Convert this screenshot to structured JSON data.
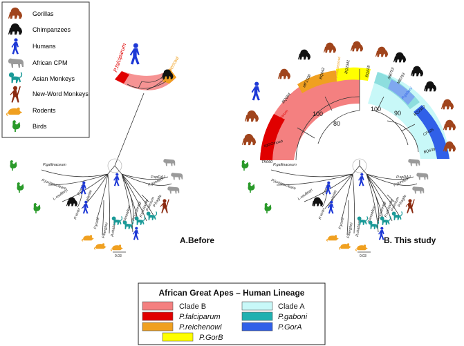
{
  "host_legend": {
    "items": [
      {
        "label": "Gorillas",
        "icon": "gorilla-icon",
        "color": "#a0441c"
      },
      {
        "label": "Chimpanzees",
        "icon": "chimpanzee-icon",
        "color": "#111111"
      },
      {
        "label": "Humans",
        "icon": "human-icon",
        "color": "#1d38d6"
      },
      {
        "label": "African CPM",
        "icon": "african-cpm-icon",
        "color": "#9a9a9a"
      },
      {
        "label": "Asian Monkeys",
        "icon": "asian-monkey-icon",
        "color": "#1a9a98"
      },
      {
        "label": "New-Word Monkeys",
        "icon": "new-world-monkey-icon",
        "color": "#8b2a10"
      },
      {
        "label": "Rodents",
        "icon": "rodent-icon",
        "color": "#f0a020"
      },
      {
        "label": "Birds",
        "icon": "bird-icon",
        "color": "#2a9a2a"
      }
    ]
  },
  "left_tree": {
    "caption": "A.Before",
    "clade_labels": {
      "falciparum": "P.falciparum",
      "reichenowi": "P.reichenowi"
    },
    "leaves": [
      "P.gallinaceum",
      "P.juxtanucleare",
      "L.caulleryi",
      "P.ovale",
      "P.malariae",
      "P.vivax",
      "P.yoelii",
      "P.berghei",
      "P.chabaudi",
      "P.spDAJ",
      "P.gonderi",
      "P.knowlesi",
      "P.cynomolgi",
      "P.simiovale",
      "P.simium",
      "P.fragile"
    ],
    "scale": "0.03"
  },
  "right_tree": {
    "caption": "B. This study",
    "leaves": [
      "P.gallinaceum",
      "P.juxtanucleare",
      "L.caulleryi",
      "P.ovale",
      "P.malariae",
      "P.vivax",
      "P.yoelii",
      "P.berghei",
      "P.chabaudi",
      "P.spDAJ",
      "P.gonderi",
      "P.knowlesi",
      "P.cynomolgi",
      "P.simiovale",
      "P.simium",
      "P.fragile"
    ],
    "arc_labels": [
      "TK060",
      "sgGOmoeb",
      "P.falciparum",
      "BQ654",
      "MF1508",
      "BQ642",
      "P.reichenowi",
      "BQ2341",
      "BQ668",
      "MB753",
      "MB783",
      "P.gaboni",
      "BQ2367",
      "CP426",
      "BQ638"
    ],
    "bootstrap": [
      "100",
      "80",
      "100",
      "90"
    ],
    "scale": "0.03"
  },
  "lineage_legend": {
    "title": "African Great Apes – Human Lineage",
    "items": [
      {
        "label": "Clade B",
        "color": "#f48080",
        "italic": false
      },
      {
        "label": "P.falciparum",
        "color": "#e00000",
        "italic": true
      },
      {
        "label": "P.reichenowi",
        "color": "#f0a020",
        "italic": true
      },
      {
        "label": "P.GorB",
        "color": "#ffff00",
        "italic": true
      },
      {
        "label": "Clade A",
        "color": "#c8f8f8",
        "italic": false
      },
      {
        "label": "P.gaboni",
        "color": "#20b0b0",
        "italic": true
      },
      {
        "label": "P.GorA",
        "color": "#3060e8",
        "italic": true
      }
    ]
  }
}
